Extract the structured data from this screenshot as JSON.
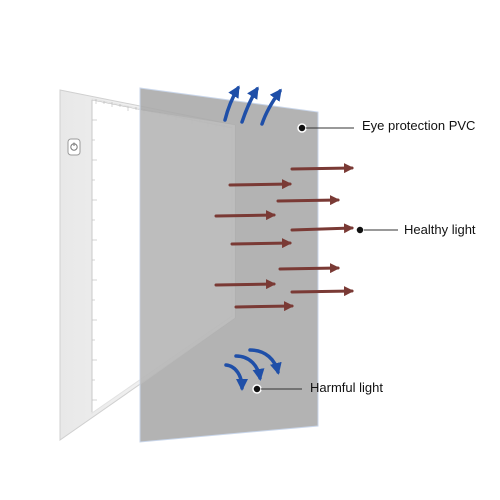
{
  "labels": {
    "eye_protection": "Eye protection PVC",
    "healthy_light": "Healthy light",
    "harmful_light": "Harmful light"
  },
  "colors": {
    "pvc_sheet": "#a8a8a8",
    "healthy_arrow": "#7a3a35",
    "harmful_arrow": "#1f4fa8",
    "pad_frame": "#f4f4f4",
    "callout_line": "#333333"
  },
  "icons": [
    "power-button-icon",
    "ruler-scale",
    "healthy-light-arrows",
    "harmful-light-arrows",
    "callout-dots"
  ]
}
